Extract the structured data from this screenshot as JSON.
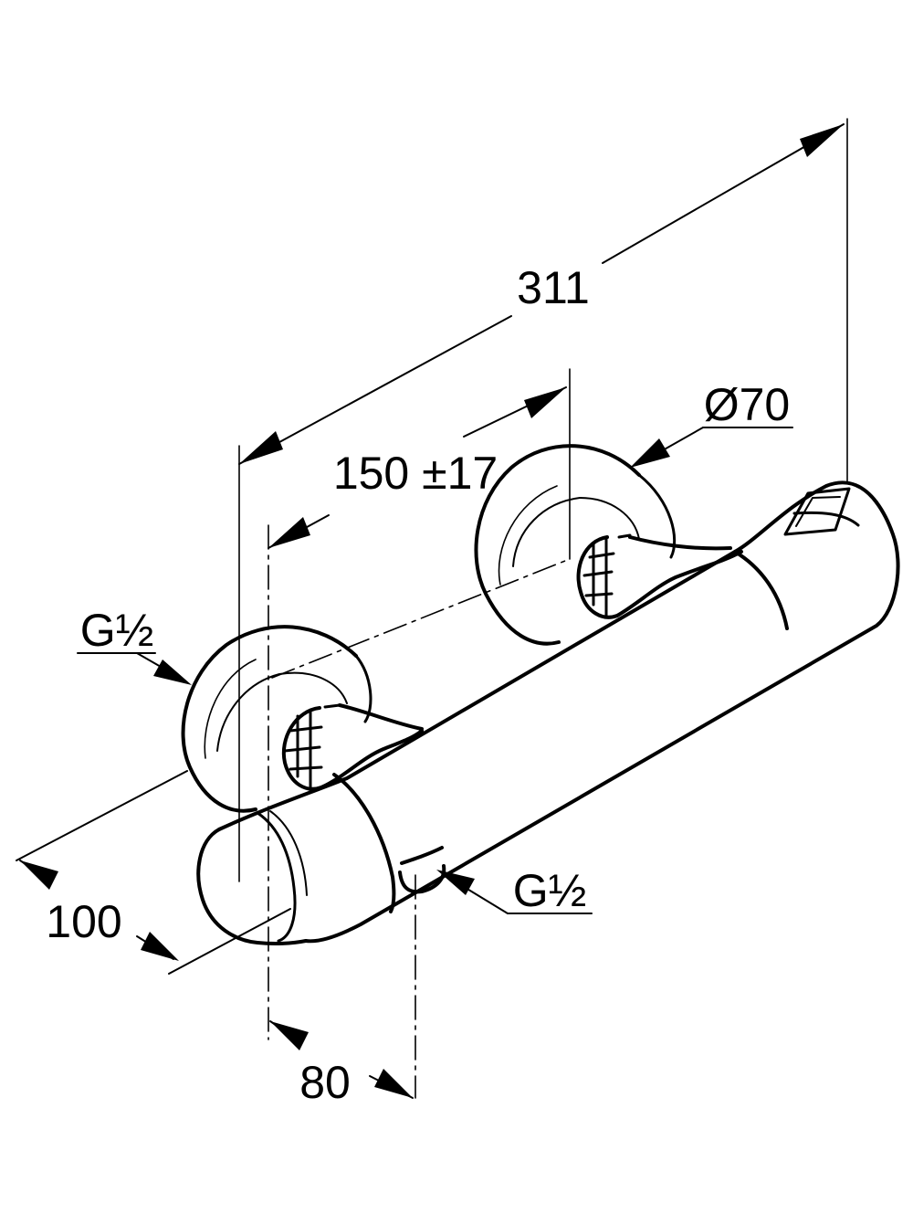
{
  "dimensions": {
    "overall_length": "311",
    "inlet_spacing": "150 ±17",
    "rosette_diameter": "Ø70",
    "inlet_thread": "G½",
    "outlet_thread": "G½",
    "depth": "100",
    "outlet_offset": "80"
  }
}
